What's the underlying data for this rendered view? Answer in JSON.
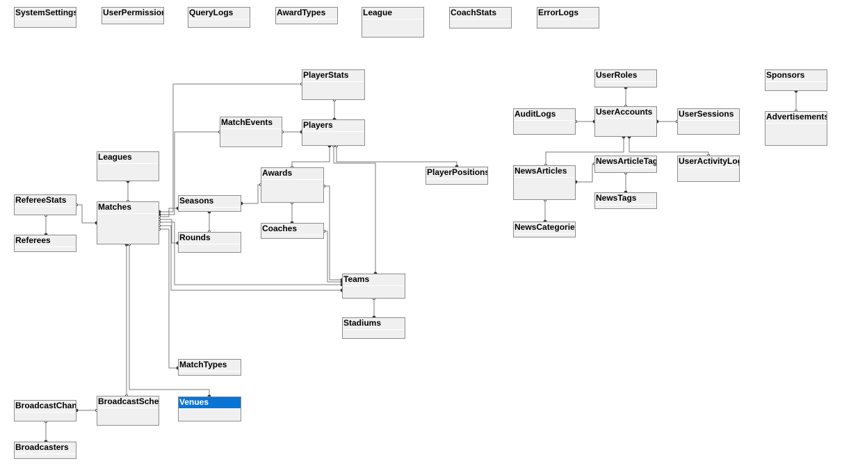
{
  "diagram": {
    "colors": {
      "table_fill": "#f0f0f0",
      "table_border": "#8c8c8c",
      "line": "#7a7a7a",
      "selected": "#0a74d5"
    },
    "tables": [
      {
        "id": "SystemSettings",
        "label": "SystemSettings"
      },
      {
        "id": "UserPermissions",
        "label": "UserPermissions"
      },
      {
        "id": "QueryLogs",
        "label": "QueryLogs"
      },
      {
        "id": "AwardTypes",
        "label": "AwardTypes"
      },
      {
        "id": "League",
        "label": "League"
      },
      {
        "id": "CoachStats",
        "label": "CoachStats"
      },
      {
        "id": "ErrorLogs",
        "label": "ErrorLogs"
      },
      {
        "id": "PlayerStats",
        "label": "PlayerStats"
      },
      {
        "id": "MatchEvents",
        "label": "MatchEvents"
      },
      {
        "id": "Players",
        "label": "Players"
      },
      {
        "id": "Leagues",
        "label": "Leagues"
      },
      {
        "id": "Awards",
        "label": "Awards"
      },
      {
        "id": "PlayerPositions",
        "label": "PlayerPositions"
      },
      {
        "id": "RefereeStats",
        "label": "RefereeStats"
      },
      {
        "id": "Matches",
        "label": "Matches"
      },
      {
        "id": "Seasons",
        "label": "Seasons"
      },
      {
        "id": "Referees",
        "label": "Referees"
      },
      {
        "id": "Rounds",
        "label": "Rounds"
      },
      {
        "id": "Coaches",
        "label": "Coaches"
      },
      {
        "id": "Teams",
        "label": "Teams"
      },
      {
        "id": "Stadiums",
        "label": "Stadiums"
      },
      {
        "id": "MatchTypes",
        "label": "MatchTypes"
      },
      {
        "id": "BroadcastChann",
        "label": "BroadcastChann"
      },
      {
        "id": "BroadcastSched",
        "label": "BroadcastSched"
      },
      {
        "id": "Venues",
        "label": "Venues",
        "selected": true
      },
      {
        "id": "Broadcasters",
        "label": "Broadcasters"
      },
      {
        "id": "UserRoles",
        "label": "UserRoles"
      },
      {
        "id": "AuditLogs",
        "label": "AuditLogs"
      },
      {
        "id": "UserAccounts",
        "label": "UserAccounts"
      },
      {
        "id": "UserSessions",
        "label": "UserSessions"
      },
      {
        "id": "NewsArticles",
        "label": "NewsArticles"
      },
      {
        "id": "NewsArticleTag",
        "label": "NewsArticleTag"
      },
      {
        "id": "UserActivityLog",
        "label": "UserActivityLog"
      },
      {
        "id": "NewsTags",
        "label": "NewsTags"
      },
      {
        "id": "NewsCategories",
        "label": "NewsCategories"
      },
      {
        "id": "Sponsors",
        "label": "Sponsors"
      },
      {
        "id": "Advertisements",
        "label": "Advertisements"
      }
    ],
    "relationships": [
      {
        "from": "PlayerStats",
        "to": "Players"
      },
      {
        "from": "PlayerStats",
        "to": "Matches"
      },
      {
        "from": "MatchEvents",
        "to": "Players"
      },
      {
        "from": "MatchEvents",
        "to": "Matches"
      },
      {
        "from": "Players",
        "to": "PlayerPositions"
      },
      {
        "from": "Players",
        "to": "Teams"
      },
      {
        "from": "Awards",
        "to": "Players"
      },
      {
        "from": "Awards",
        "to": "Seasons"
      },
      {
        "from": "Awards",
        "to": "Coaches"
      },
      {
        "from": "Awards",
        "to": "Teams"
      },
      {
        "from": "Coaches",
        "to": "Teams"
      },
      {
        "from": "Matches",
        "to": "Leagues"
      },
      {
        "from": "Matches",
        "to": "Seasons"
      },
      {
        "from": "Matches",
        "to": "Rounds"
      },
      {
        "from": "Matches",
        "to": "Teams"
      },
      {
        "from": "Matches",
        "to": "MatchTypes"
      },
      {
        "from": "Matches",
        "to": "Venues"
      },
      {
        "from": "RefereeStats",
        "to": "Matches"
      },
      {
        "from": "RefereeStats",
        "to": "Referees"
      },
      {
        "from": "Rounds",
        "to": "Seasons"
      },
      {
        "from": "Teams",
        "to": "Stadiums"
      },
      {
        "from": "BroadcastSched",
        "to": "Matches"
      },
      {
        "from": "BroadcastSched",
        "to": "BroadcastChann"
      },
      {
        "from": "BroadcastChann",
        "to": "Broadcasters"
      },
      {
        "from": "UserAccounts",
        "to": "UserRoles"
      },
      {
        "from": "AuditLogs",
        "to": "UserAccounts"
      },
      {
        "from": "UserSessions",
        "to": "UserAccounts"
      },
      {
        "from": "NewsArticles",
        "to": "UserAccounts"
      },
      {
        "from": "NewsArticleTag",
        "to": "NewsArticles"
      },
      {
        "from": "NewsArticleTag",
        "to": "NewsTags"
      },
      {
        "from": "UserActivityLog",
        "to": "UserAccounts"
      },
      {
        "from": "NewsArticles",
        "to": "NewsCategories"
      },
      {
        "from": "Advertisements",
        "to": "Sponsors"
      }
    ]
  }
}
